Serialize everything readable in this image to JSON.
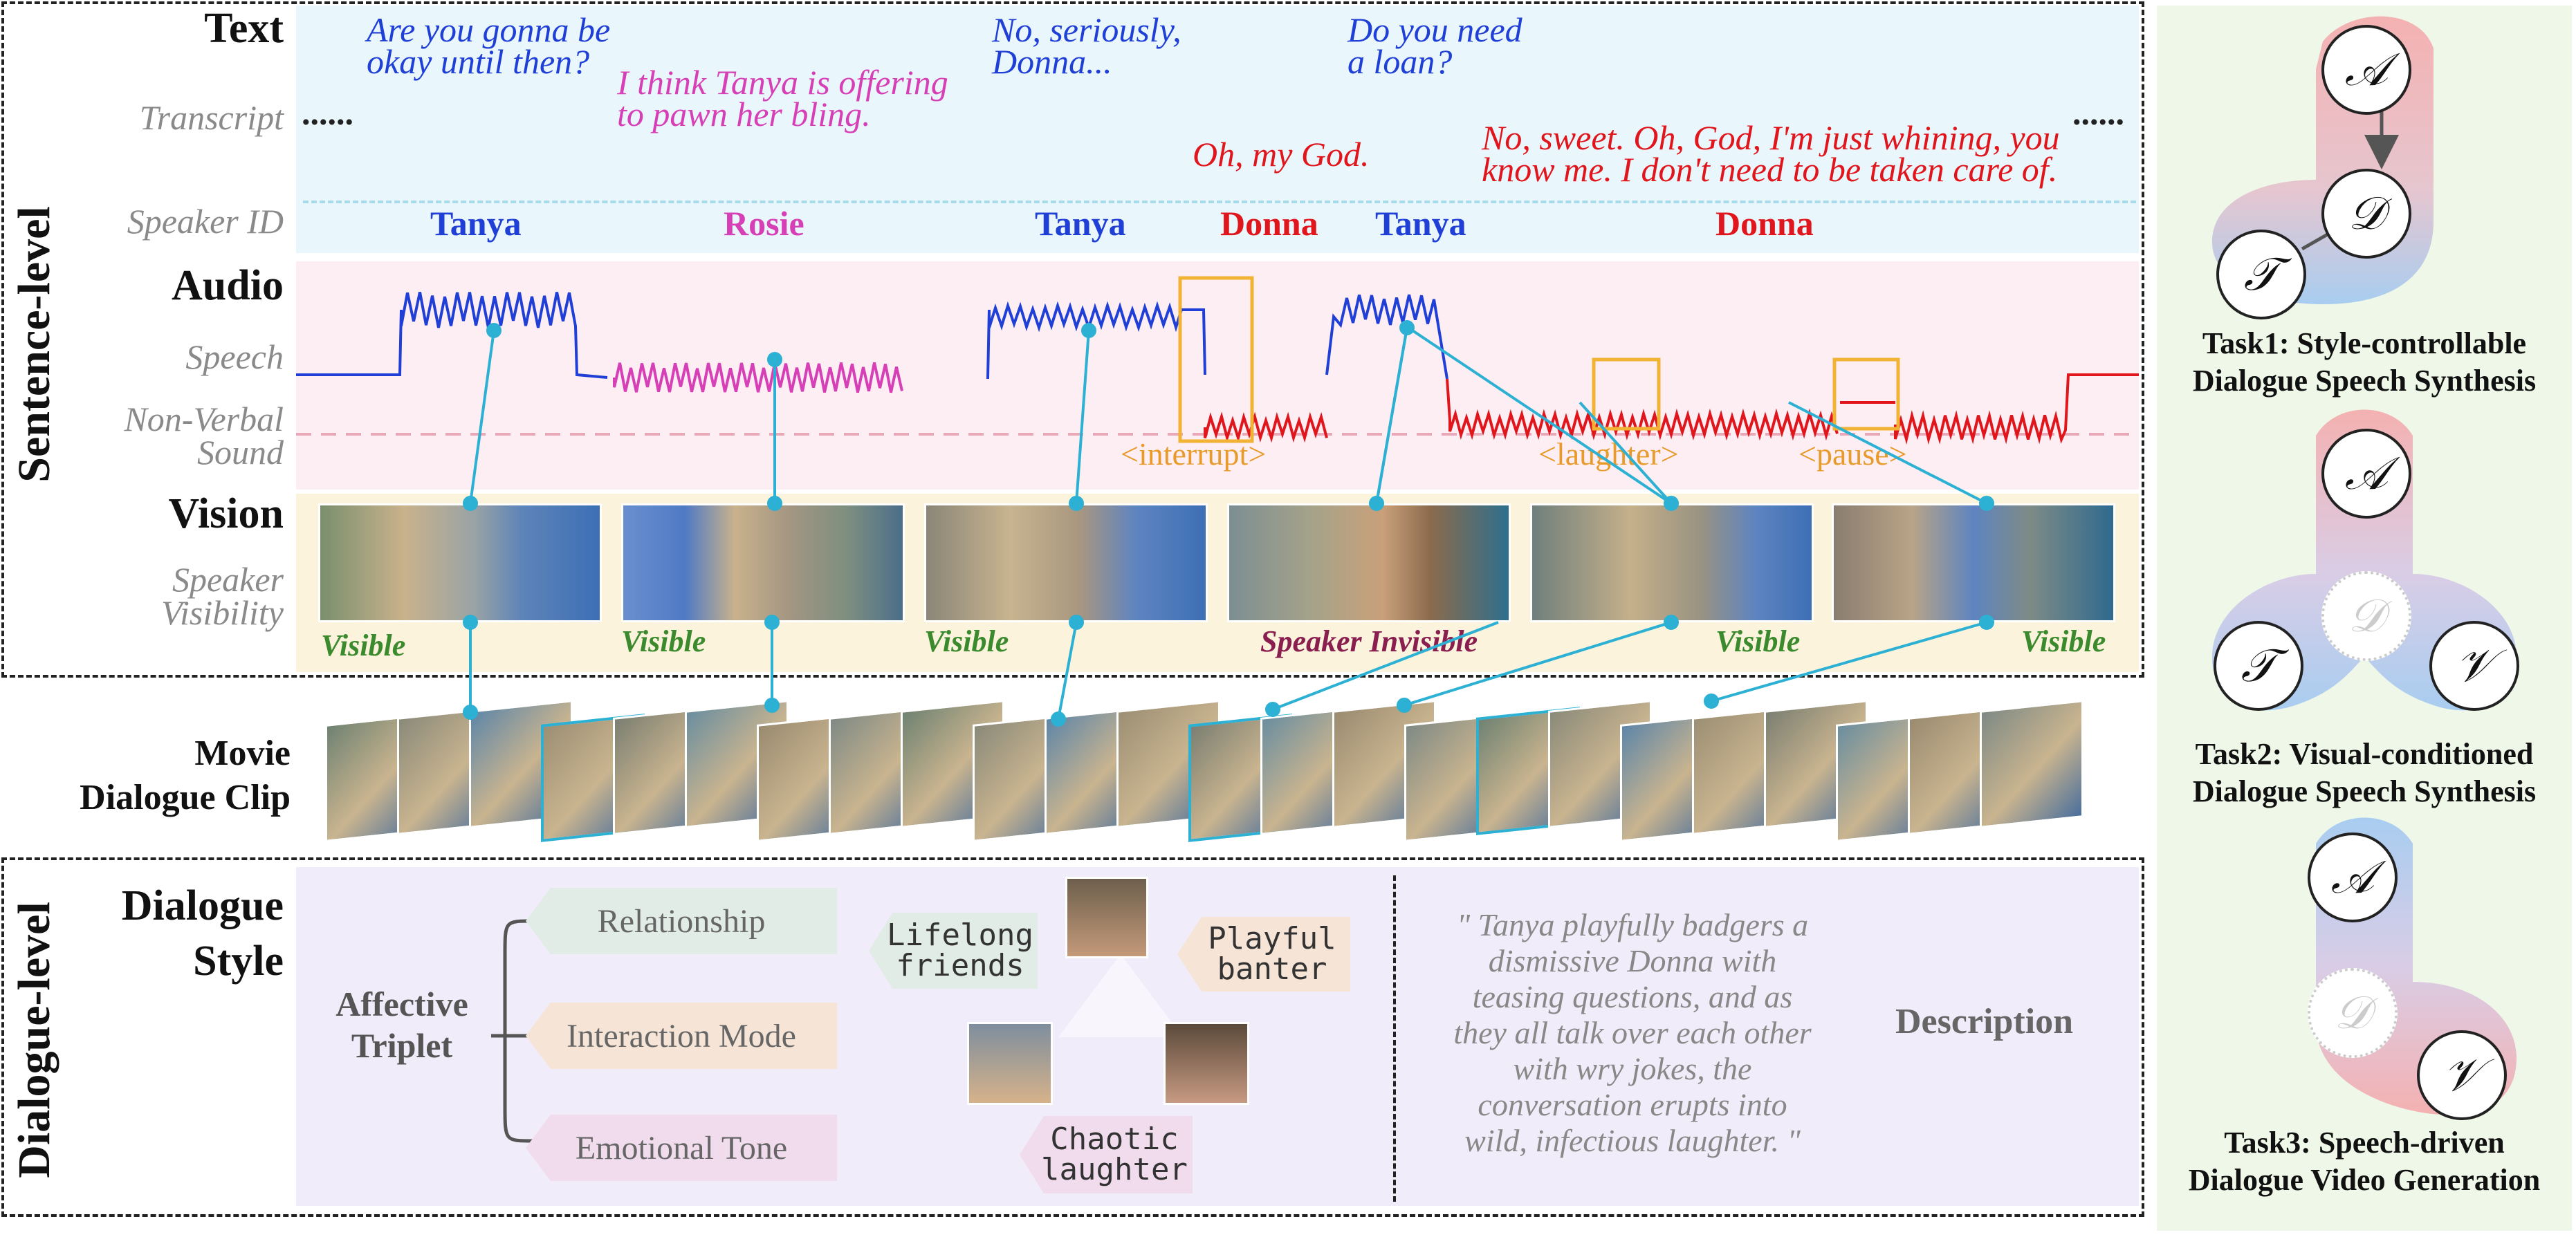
{
  "rows": {
    "text": "Text",
    "transcript": "Transcript",
    "speaker_id": "Speaker ID",
    "audio": "Audio",
    "speech": "Speech",
    "nonverbal": "Non-Verbal\nSound",
    "vision": "Vision",
    "speaker_visibility": "Speaker\nVisibility",
    "sentence_level": "Sentence-level",
    "dialogue_level": "Dialogue-level",
    "movie_clip": "Movie\nDialogue Clip",
    "dialogue_style": "Dialogue\nStyle"
  },
  "ellipsis": "......",
  "utterances": [
    {
      "text": "Are you gonna be\nokay until then?",
      "color": "#1f3fd6"
    },
    {
      "text": "I think Tanya is offering\nto pawn her bling.",
      "color": "#d63fb6"
    },
    {
      "text": "No, seriously,\nDonna...",
      "color": "#1f3fd6"
    },
    {
      "text": "Oh, my God.",
      "color": "#e0161c"
    },
    {
      "text": "Do you need\na loan?",
      "color": "#1f3fd6"
    },
    {
      "text": "No, sweet. Oh, God, I'm just whining, you\nknow me. I don't need to be taken care of.",
      "color": "#e0161c"
    }
  ],
  "speakers": [
    {
      "name": "Tanya",
      "color": "#1f3fd6"
    },
    {
      "name": "Rosie",
      "color": "#d63fb6"
    },
    {
      "name": "Tanya",
      "color": "#1f3fd6"
    },
    {
      "name": "Donna",
      "color": "#e0161c"
    },
    {
      "name": "Tanya",
      "color": "#1f3fd6"
    },
    {
      "name": "Donna",
      "color": "#e0161c"
    }
  ],
  "nonverbal": [
    "<interrupt>",
    "<laughter>",
    "<pause>"
  ],
  "visibility": [
    "Visible",
    "Visible",
    "Visible",
    "Speaker Invisible",
    "Visible",
    "Visible"
  ],
  "style": {
    "affective_triplet": "Affective\nTriplet",
    "items": [
      "Relationship",
      "Interaction Mode",
      "Emotional Tone"
    ],
    "hand_tags": [
      "Lifelong\nfriends",
      "Playful\nbanter",
      "Chaotic\nlaughter"
    ],
    "description_label": "Description",
    "description": "\" Tanya playfully badgers a\ndismissive Donna with\nteasing questions, and as\nthey all talk over each other\nwith wry jokes, the\nconversation erupts into\nwild, infectious laughter. \""
  },
  "tasks": [
    {
      "title": "Task1: Style-controllable\nDialogue Speech Synthesis"
    },
    {
      "title": "Task2: Visual-conditioned\nDialogue Speech Synthesis"
    },
    {
      "title": "Task3: Speech-driven\nDialogue Video Generation"
    }
  ],
  "nodes": {
    "A": "𝒜",
    "D": "𝒟",
    "T": "𝒯",
    "V": "𝒱"
  },
  "colors": {
    "text_band": "#e9f6fc",
    "audio_band": "#fdeef3",
    "vision_band": "#fbf3dc",
    "style_band": "#f0ecf9",
    "accent_line": "#2cb0d3",
    "right_panel": "#eef7e8"
  }
}
